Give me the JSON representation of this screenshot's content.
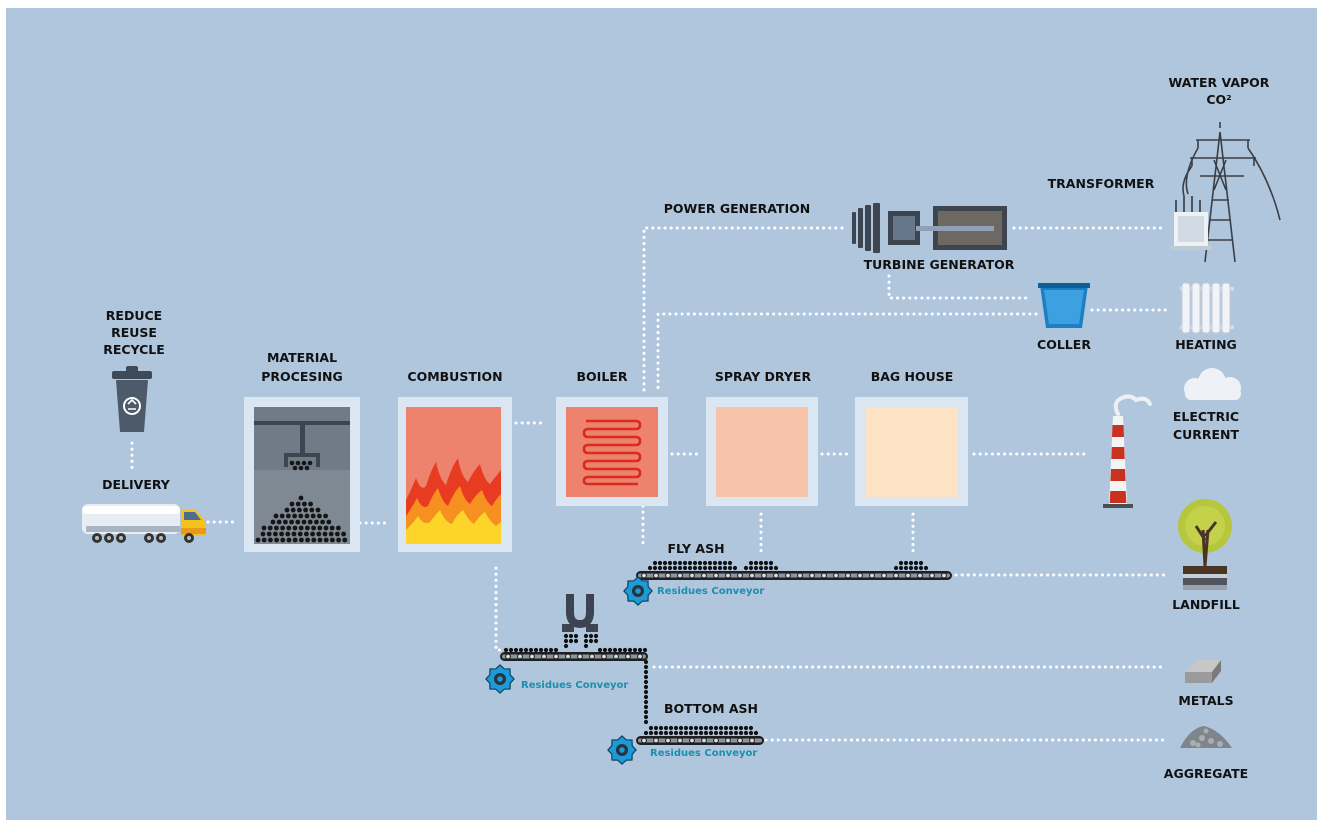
{
  "labels": {
    "reduce": "REDUCE",
    "reuse": "REUSE",
    "recycle": "RECYCLE",
    "delivery": "DELIVERY",
    "material_1": "MATERIAL",
    "material_2": "PROCESING",
    "combustion": "COMBUSTION",
    "boiler": "BOILER",
    "spray_dryer": "SPRAY DRYER",
    "bag_house": "BAG HOUSE",
    "power_generation": "POWER GENERATION",
    "turbine_generator": "TURBINE  GENERATOR",
    "transformer": "TRANSFORMER",
    "water_vapor": "WATER VAPOR",
    "co2": "CO²",
    "coller": "COLLER",
    "heating": "HEATING",
    "electric_1": "ELECTRIC",
    "electric_2": "CURRENT",
    "fly_ash": "FLY ASH",
    "bottom_ash": "BOTTOM ASH",
    "landfill": "LANDFILL",
    "metals": "METALS",
    "aggregate": "AGGREGATE",
    "conveyor_1": "Residues Conveyor",
    "conveyor_2": "Residues Conveyor",
    "conveyor_3": "Residues Conveyor"
  },
  "icons": {
    "bin": "recycle-bin-icon",
    "truck": "delivery-truck-icon",
    "turbine": "turbine-icon",
    "generator": "generator-icon",
    "transformer": "transformer-icon",
    "pylon": "power-pylon-icon",
    "cooler": "cooler-bucket-icon",
    "radiator": "radiator-icon",
    "chimney": "chimney-icon",
    "cloud": "cloud-icon",
    "tree": "tree-icon",
    "ingot": "metal-ingot-icon",
    "rocks": "aggregate-rocks-icon",
    "gear": "gear-icon",
    "magnet": "magnet-icon"
  },
  "colors": {
    "background": "#b0c6dd",
    "frame": "#dae6f1",
    "combustion": "#ee836d",
    "boiler": "#ee836d",
    "spray_dryer": "#f6c2aa",
    "bag_house": "#fde3c3",
    "conveyor_text": "#1a8fb0",
    "gear": "#1d9bd6"
  }
}
